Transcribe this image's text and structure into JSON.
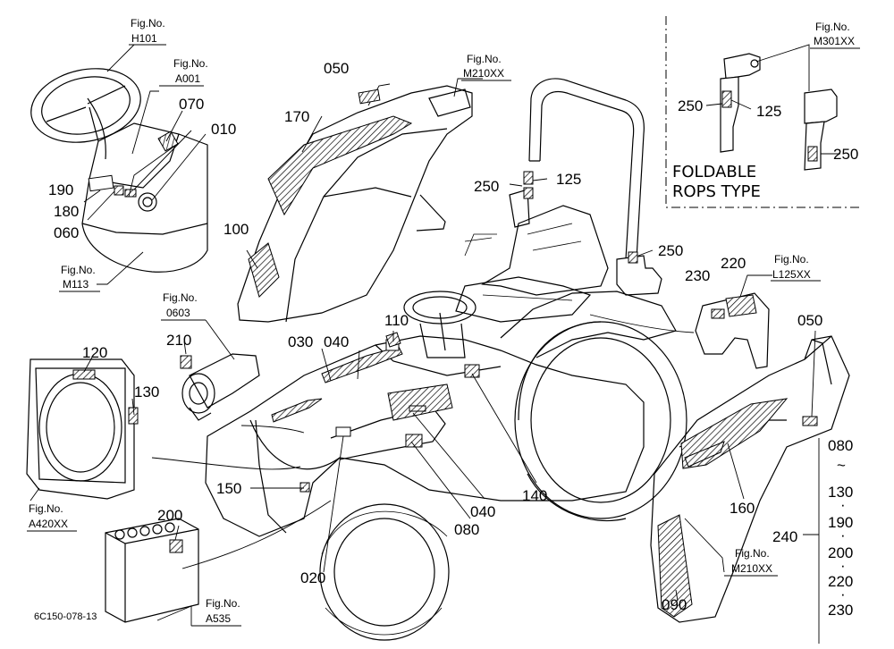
{
  "figure_refs": {
    "h101": {
      "prefix": "Fig.No.",
      "code": "H101"
    },
    "a001": {
      "prefix": "Fig.No.",
      "code": "A001"
    },
    "m113": {
      "prefix": "Fig.No.",
      "code": "M113"
    },
    "m210_top": {
      "prefix": "Fig.No.",
      "code": "M210XX"
    },
    "m301": {
      "prefix": "Fig.No.",
      "code": "M301XX"
    },
    "o603": {
      "prefix": "Fig.No.",
      "code": "0603"
    },
    "l125": {
      "prefix": "Fig.No.",
      "code": "L125XX"
    },
    "a420": {
      "prefix": "Fig.No.",
      "code": "A420XX"
    },
    "a535": {
      "prefix": "Fig.No.",
      "code": "A535"
    },
    "m210_bottom": {
      "prefix": "Fig.No.",
      "code": "M210XX"
    }
  },
  "callouts": {
    "c070": "070",
    "c010": "010",
    "c190": "190",
    "c180": "180",
    "c060": "060",
    "c050_top": "050",
    "c170": "170",
    "c100": "100",
    "c250_seat": "250",
    "c125_seat": "125",
    "c250_rops": "250",
    "c250_inset_left": "250",
    "c125_inset": "125",
    "c250_inset_right": "250",
    "c230": "230",
    "c220": "220",
    "c050_right": "050",
    "c110": "110",
    "c040_top": "040",
    "c030": "030",
    "c210": "210",
    "c120": "120",
    "c130": "130",
    "c150": "150",
    "c200": "200",
    "c020": "020",
    "c080_mid": "080",
    "c040_mid": "040",
    "c140": "140",
    "c160": "160",
    "c090": "090",
    "c240": "240"
  },
  "inset": {
    "line1": "FOLDABLE",
    "line2": "ROPS TYPE"
  },
  "range_list": {
    "items": [
      "080",
      "~",
      "130",
      "·",
      "190",
      "·",
      "200",
      "·",
      "220",
      "·",
      "230"
    ]
  },
  "drawing_code": "6C150-078-13"
}
